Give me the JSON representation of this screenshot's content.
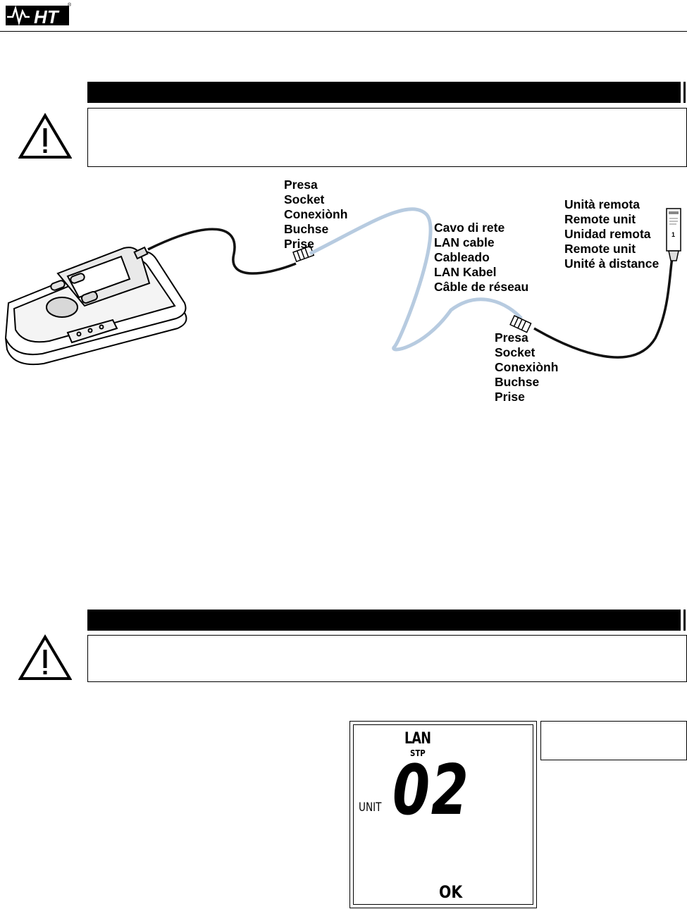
{
  "header": {
    "logo_text": "HT",
    "logo_registered": "®"
  },
  "diagram": {
    "socket_labels_top": [
      "Presa",
      "Socket",
      "Conexiònh",
      "Buchse",
      "Prise"
    ],
    "cable_labels": [
      "Cavo di rete",
      "LAN cable",
      "Cableado",
      "LAN Kabel",
      "Câble de réseau"
    ],
    "remote_labels": [
      "Unità remota",
      "Remote unit",
      "Unidad remota",
      "Remote unit",
      "Unité à distance"
    ],
    "socket_labels_bottom": [
      "Presa",
      "Socket",
      "Conexiònh",
      "Buchse",
      "Prise"
    ],
    "remote_unit_number": "1"
  },
  "lcd": {
    "mode_top": "LAN",
    "mode_sub": "STP",
    "unit_label": "UNIT",
    "unit_number": "02",
    "status": "OK"
  },
  "colors": {
    "cable_light": "#b7cbe0",
    "cable_dark": "#111111"
  }
}
